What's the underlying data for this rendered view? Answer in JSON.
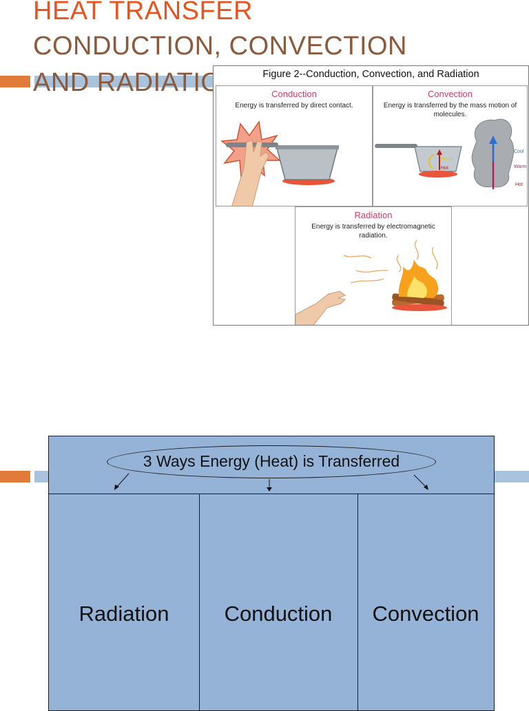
{
  "slide": {
    "title_line1": "HEAT TRANSFER",
    "title_line2": "CONDUCTION, CONVECTION",
    "title_line3": "AND RADIATION",
    "colors": {
      "title_accent": "#e8531e",
      "title_main": "#8b5a3c",
      "bar_orange": "#e07b39",
      "bar_blue": "#a9c3dc",
      "diagram_fill": "#95b3d7"
    }
  },
  "figure": {
    "title": "Figure 2--Conduction, Convection, and Radiation",
    "panels": {
      "conduction": {
        "heading": "Conduction",
        "description": "Energy is transferred by direct contact."
      },
      "convection": {
        "heading": "Convection",
        "description": "Energy is transferred by the mass motion of molecules.",
        "labels": {
          "warm": "Warm",
          "hot": "Hot",
          "cool": "Cool",
          "warm2": "Warm",
          "hot2": "Hot"
        }
      },
      "radiation": {
        "heading": "Radiation",
        "description": "Energy is transferred by electromagnetic radiation."
      }
    }
  },
  "diagram": {
    "heading": "3 Ways Energy (Heat) is Transferred",
    "categories": [
      "Radiation",
      "Conduction",
      "Convection"
    ]
  }
}
